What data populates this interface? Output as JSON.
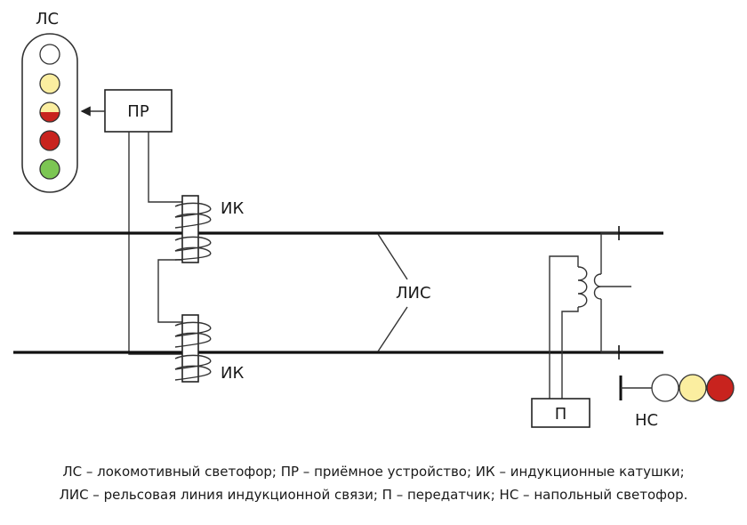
{
  "labels": {
    "loco_signal": "ЛС",
    "receiver": "ПР",
    "coil_top": "ИК",
    "coil_bottom": "ИК",
    "induction_line": "ЛИС",
    "transmitter": "П",
    "ground_signal": "НС"
  },
  "legend": {
    "line1": "ЛС – локомотивный светофор; ПР – приёмное устройство; ИК – индукционные катушки;",
    "line2": "ЛИС – рельсовая линия индукционной связи; П – передатчик; НС – напольный светофор."
  },
  "colors": {
    "white": "#ffffff",
    "yellow": "#fbeea0",
    "red": "#c8231e",
    "green": "#7cc653"
  }
}
